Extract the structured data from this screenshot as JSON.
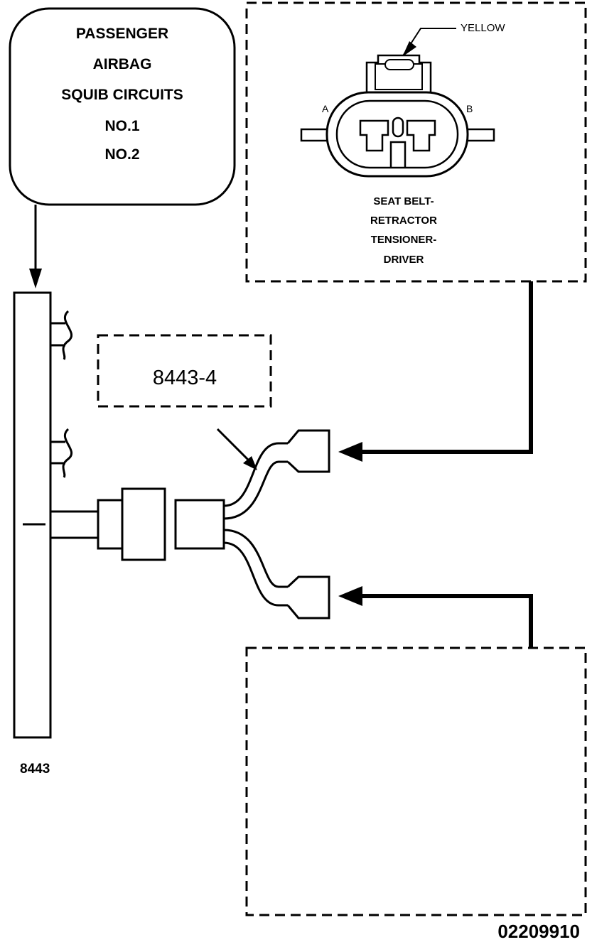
{
  "callout": {
    "lines": [
      "PASSENGER",
      "AIRBAG",
      "SQUIB CIRCUITS",
      "NO.1",
      "NO.2"
    ]
  },
  "connector_detail": {
    "wire_color": "YELLOW",
    "pin_a": "A",
    "pin_b": "B",
    "caption": [
      "SEAT BELT-",
      "RETRACTOR",
      "TENSIONER-",
      "DRIVER"
    ]
  },
  "harness": {
    "label": "8443"
  },
  "connector_ref": {
    "label": "8443-4"
  },
  "figure_id": "02209910"
}
